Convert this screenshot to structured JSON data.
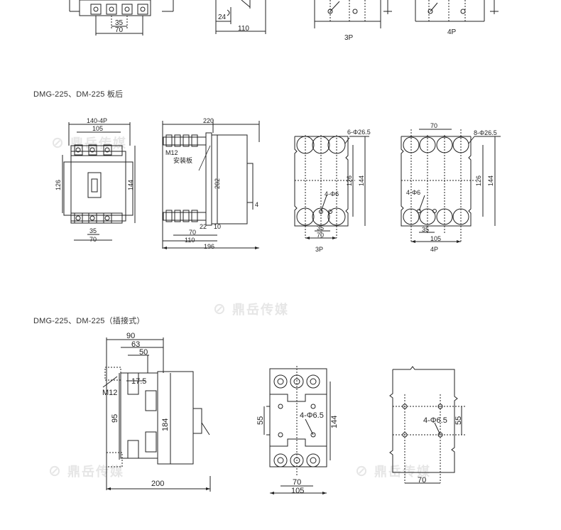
{
  "sections": {
    "top": {
      "label_3p": "3P",
      "label_4p": "4P",
      "dim_24": "24",
      "dim_35": "35",
      "dim_70": "70",
      "dim_110": "110"
    },
    "panel_rear": {
      "title": "DMG-225、DM-225 板后",
      "front": {
        "w_4p": "140-4P",
        "w": "105",
        "h_left": "126",
        "h_right": "144",
        "b35": "35",
        "b70": "70"
      },
      "side": {
        "top": "220",
        "m12": "M12",
        "plate": "安装板",
        "h202": "202",
        "d4": "4",
        "d22": "22",
        "d10": "10",
        "d70": "70",
        "d110": "110",
        "d196": "196"
      },
      "p3": {
        "holes": "6-Φ26.5",
        "small": "4-Φ6",
        "h126": "126",
        "h144": "144",
        "b35": "35",
        "b70": "70",
        "label": "3P"
      },
      "p4": {
        "top70": "70",
        "holes": "8-Φ26.5",
        "small": "4-Φ6",
        "h126": "126",
        "h144": "144",
        "b35": "35",
        "b105": "105",
        "label": "4P"
      }
    },
    "plugin": {
      "title": "DMG-225、DM-225（插接式）",
      "side": {
        "d90": "90",
        "d63": "63",
        "d50": "50",
        "d17": "17.5",
        "m12": "M12",
        "h95": "95",
        "h184": "184",
        "d200": "200"
      },
      "front": {
        "h55": "55",
        "holes": "4-Φ6.5",
        "h144": "144",
        "b70": "70",
        "b105": "105"
      },
      "cut": {
        "holes": "4-Φ6.5",
        "h55": "55",
        "b70": "70"
      }
    }
  },
  "watermark": "鼎岳传媒"
}
